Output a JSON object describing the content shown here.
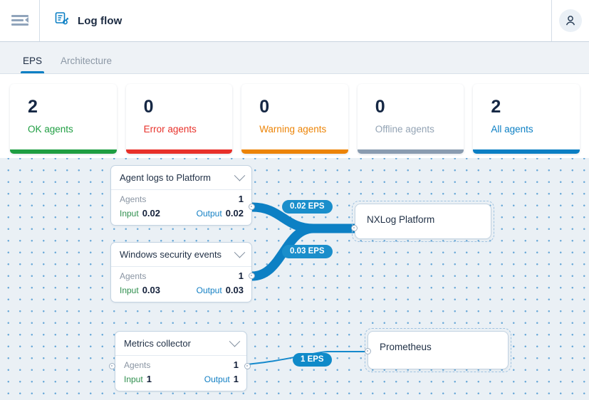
{
  "header": {
    "menu_icon": "collapse-sidebar-icon",
    "app_icon": "log-flow-icon",
    "title": "Log flow",
    "avatar_icon": "user-avatar-icon"
  },
  "tabs": [
    {
      "label": "EPS",
      "active": true
    },
    {
      "label": "Architecture",
      "active": false
    }
  ],
  "stats": [
    {
      "value": "2",
      "label": "OK agents",
      "color": "#1f9e42",
      "bar": "#1f9e42"
    },
    {
      "value": "0",
      "label": "Error agents",
      "color": "#e8312a",
      "bar": "#e8312a"
    },
    {
      "value": "0",
      "label": "Warning agents",
      "color": "#ec8407",
      "bar": "#ec8407"
    },
    {
      "value": "0",
      "label": "Offline agents",
      "color": "#93a3b4",
      "bar": "#8a9cb0"
    },
    {
      "value": "2",
      "label": "All agents",
      "color": "#0b7fc4",
      "bar": "#0b7fc4"
    }
  ],
  "flow": {
    "source_nodes": [
      {
        "title": "Agent logs to Platform",
        "agents_label": "Agents",
        "agents_value": "1",
        "input_label": "Input",
        "input_value": "0.02",
        "output_label": "Output",
        "output_value": "0.02"
      },
      {
        "title": "Windows security events",
        "agents_label": "Agents",
        "agents_value": "1",
        "input_label": "Input",
        "input_value": "0.03",
        "output_label": "Output",
        "output_value": "0.03"
      },
      {
        "title": "Metrics collector",
        "agents_label": "Agents",
        "agents_value": "1",
        "input_label": "Input",
        "input_value": "1",
        "output_label": "Output",
        "output_value": "1"
      }
    ],
    "dest_nodes": [
      {
        "title": "NXLog Platform"
      },
      {
        "title": "Prometheus"
      }
    ],
    "edge_labels": [
      {
        "text": "0.02 EPS"
      },
      {
        "text": "0.03 EPS"
      },
      {
        "text": "1 EPS"
      }
    ],
    "edge_color": "#0d80c4",
    "canvas_dot_color": "#6aa9d8"
  }
}
